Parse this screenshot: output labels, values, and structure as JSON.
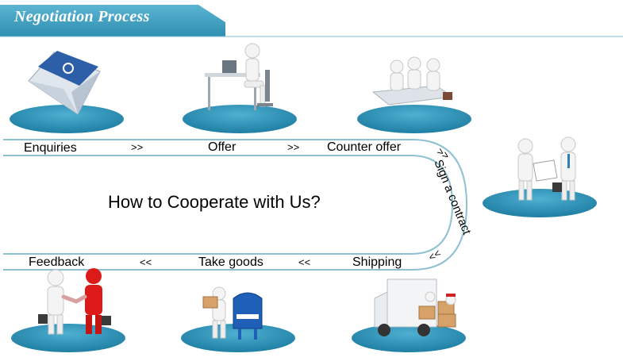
{
  "header": {
    "title": "Negotiation Process"
  },
  "center": {
    "heading": "How to Cooperate with Us?"
  },
  "steps": {
    "enquiries": "Enquiries",
    "offer": "Offer",
    "counter_offer": "Counter offer",
    "sign_contract": "Sign a contract",
    "shipping": "Shipping",
    "take_goods": "Take goods",
    "feedback": "Feedback"
  },
  "arrows": {
    "forward": ">>",
    "backward": "<<"
  },
  "icons": {
    "enquiries": "envelope-icon",
    "offer": "person-at-desk-icon",
    "counter_offer": "meeting-table-icon",
    "sign_contract": "handshake-document-icon",
    "shipping": "delivery-truck-icon",
    "take_goods": "mailbox-icon",
    "feedback": "handshake-icon"
  },
  "colors": {
    "header": "#3f9fbf",
    "platform": "#2a88ab",
    "track": "#7fb7cb"
  }
}
